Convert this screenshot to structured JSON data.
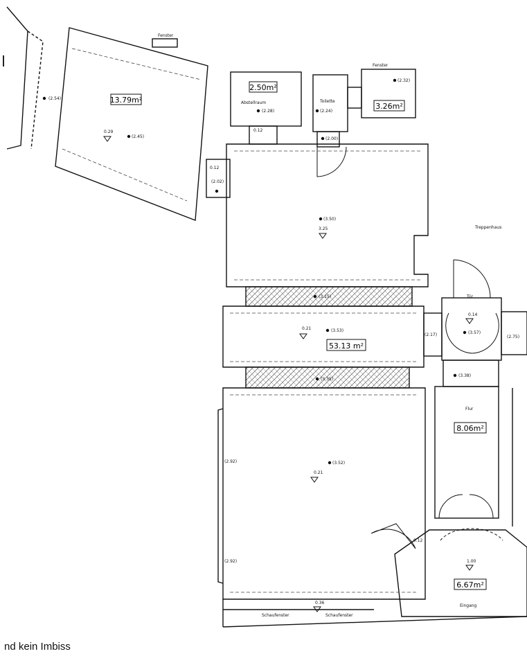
{
  "areas": {
    "room_top_left": "13.79m²",
    "abstellraum": "2.50m²",
    "bath": "3.26m²",
    "main_hall": "53.13  m²",
    "flur": "8.06m²",
    "eingang": "6.67m²"
  },
  "labels": {
    "fenster_left": "Fenster",
    "fenster_right": "Fenster",
    "abstellraum": "Abstellraum",
    "toilette": "Toilette",
    "treppenhaus": "Treppenhaus",
    "tuer": "Tür",
    "flur": "Flur",
    "eingang": "Eingang",
    "schaufenster_1": "Schaufenster",
    "schaufenster_2": "Schaufenster"
  },
  "heights": {
    "h_room1": "(2.45)",
    "h_room1b": "(2.54)",
    "h_abst": "(2.28)",
    "h_toil": "(2.24)",
    "h_bath": "(2.32)",
    "h_corr": "(2.00)",
    "h_hall_top": "(3.50)",
    "h_band1": "(3.15)",
    "h_main": "(3.53)",
    "h_band2": "(3.35)",
    "h_lower": "(3.52)",
    "h_tuer": "(3.57)",
    "h_flur_top": "(3.38)",
    "h_side": "(2.17)",
    "h_right": "(2.75)",
    "h_left1": "(2.92)",
    "h_left2": "(2.92)",
    "h_door": "(2.02)"
  },
  "levels": {
    "l1": "0.29",
    "l2": "3.25",
    "l3": "0.21",
    "l4": "0.21",
    "l5": "0.36",
    "l6": "1.00",
    "l7": "0.14",
    "l8": "0.12",
    "l9": "0.12",
    "l10": "0.12"
  },
  "footer_text": "nd kein Imbiss"
}
